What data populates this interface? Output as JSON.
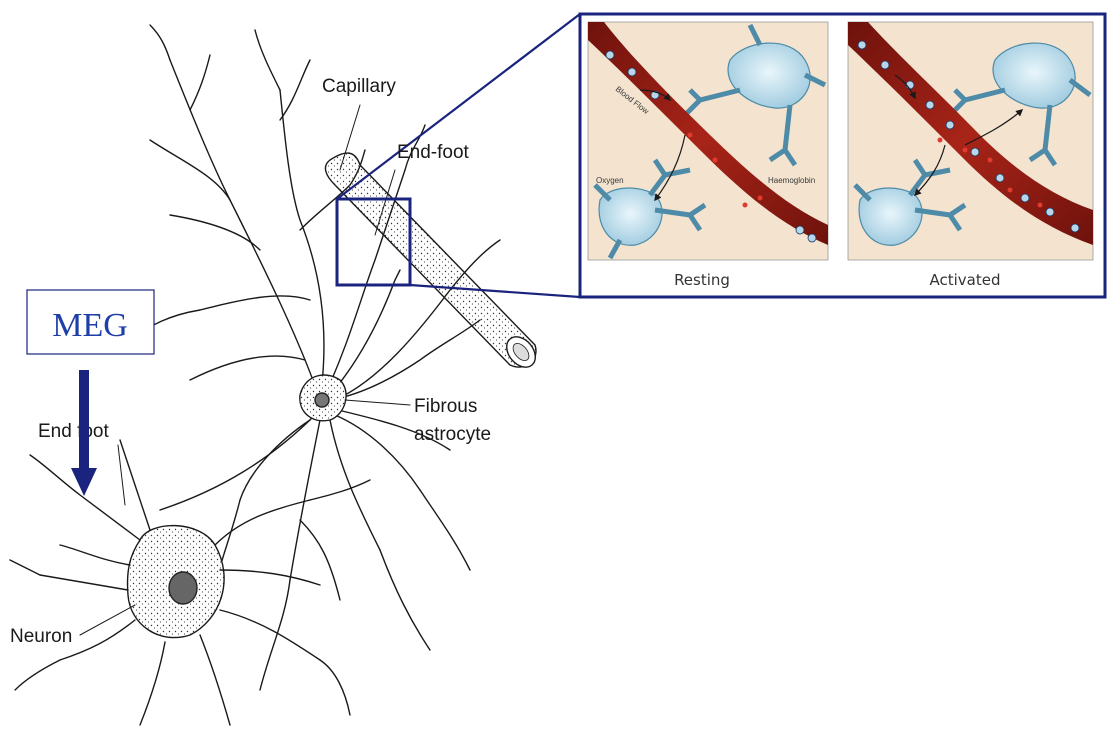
{
  "figure": {
    "labels": {
      "capillary": "Capillary",
      "end_foot_top": "End-foot",
      "end_foot_left": "End foot",
      "fibrous_astrocyte_line1": "Fibrous",
      "fibrous_astrocyte_line2": "astrocyte",
      "neuron": "Neuron",
      "meg": "MEG"
    },
    "inset": {
      "panels": [
        {
          "caption": "Resting",
          "annotations": {
            "blood_flow": "Blood Flow",
            "oxygen": "Oxygen",
            "haemoglobin": "Haemoglobin"
          }
        },
        {
          "caption": "Activated"
        }
      ]
    },
    "colors": {
      "inset_frame": "#1a237e",
      "meg_arrow": "#1a237e",
      "meg_text": "#1f3fa8",
      "vessel": "#8e1b14",
      "astrocyte": "#bfe0ee",
      "panel_bg": "#f3e3cf"
    }
  }
}
